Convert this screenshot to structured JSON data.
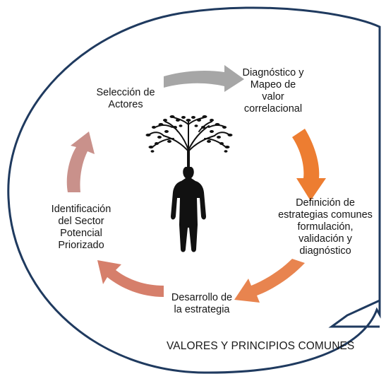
{
  "cycle": {
    "steps": [
      {
        "id": "seleccion",
        "text": "Selección de\nActores"
      },
      {
        "id": "diagnostico",
        "text": "Diagnóstico y\nMapeo de\nvalor\ncorrelacional"
      },
      {
        "id": "definicion",
        "text": "Definición de\nestrategias comunes\nformulación,\nvalidación y\ndiagnóstico"
      },
      {
        "id": "desarrollo",
        "text": "Desarrollo de\nla estrategia"
      },
      {
        "id": "identificacion",
        "text": "Identificación\ndel Sector\nPotencial\nPriorizado"
      }
    ],
    "arrow_colors": {
      "gray": "#a6a6a6",
      "orange": "#ed7d31",
      "orange_light": "#e8844f",
      "salmon": "#d67f6b",
      "rose": "#c9918b"
    }
  },
  "footer": {
    "text": "VALORES Y PRINCIPIOS COMUNES"
  },
  "frame": {
    "border_color": "#1f3a5f"
  },
  "figure": {
    "icon": "tree-head-person-icon",
    "color": "#111111"
  }
}
